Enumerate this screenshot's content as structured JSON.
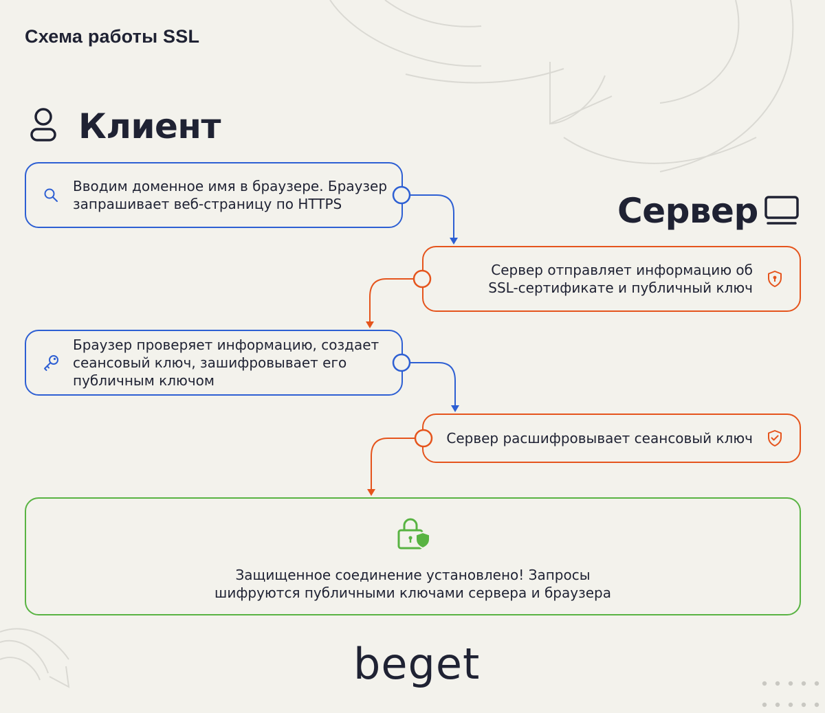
{
  "title": "Схема работы SSL",
  "client_heading": "Клиент",
  "server_heading": "Сервер",
  "steps": [
    {
      "side": "client",
      "text": "Вводим доменное имя в браузере. Браузер запрашивает веб-страницу по HTTPS",
      "icon": "search-icon"
    },
    {
      "side": "server",
      "text": "Сервер отправляет информацию об SSL-сертификате и публичный ключ",
      "icon": "shield-keyhole-icon"
    },
    {
      "side": "client",
      "text": "Браузер проверяет информацию, создает сеансовый ключ, зашифровывает его публичным ключом",
      "icon": "key-icon"
    },
    {
      "side": "server",
      "text": "Сервер расшифровывает сеансовый ключ",
      "icon": "shield-check-icon"
    }
  ],
  "final": {
    "text": "Защищенное соединение установлено! Запросы шифруются публичными ключами сервера и браузера",
    "icon": "lock-shield-icon"
  },
  "brand": "beget",
  "colors": {
    "background": "#f3f2ec",
    "client": "#2d5fd3",
    "server": "#e5541c",
    "final": "#58b342",
    "text": "#1f2233"
  }
}
